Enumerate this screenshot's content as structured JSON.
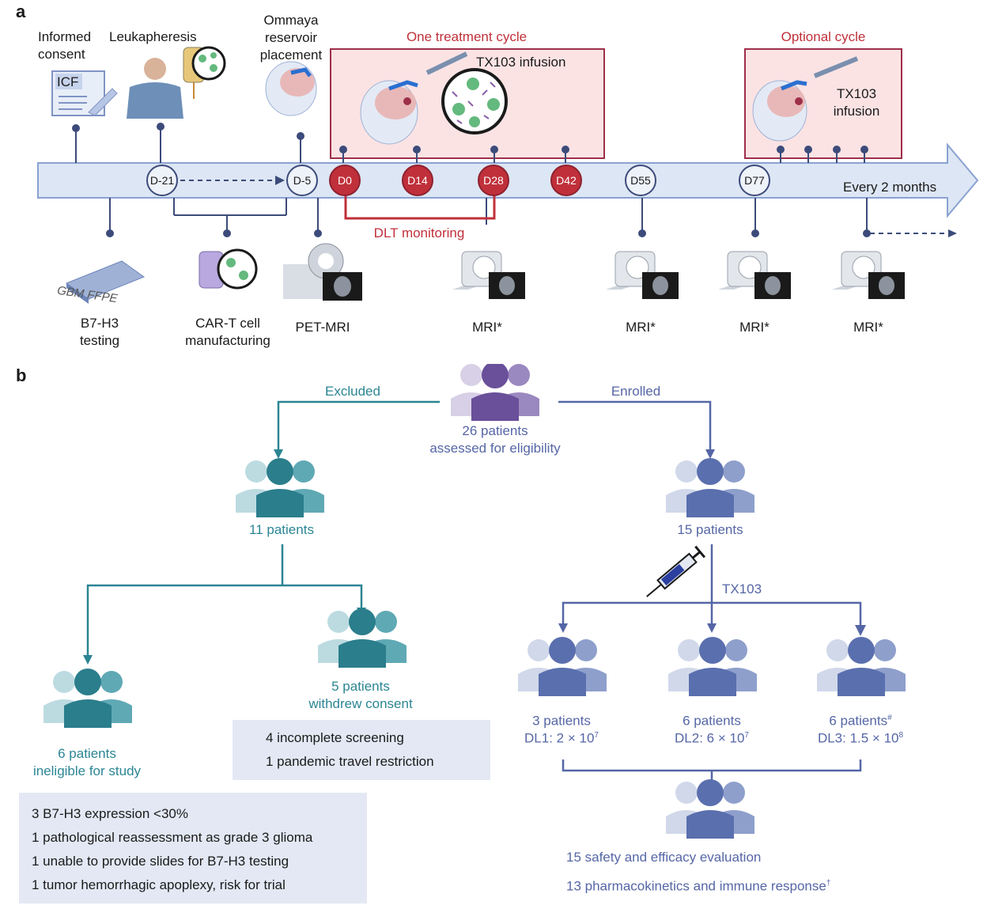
{
  "panel_a": {
    "label": "a",
    "steps_top": {
      "consent": "Informed\nconsent",
      "leukapheresis": "Leukapheresis",
      "ommaya": "Ommaya\nreservoir\nplacement",
      "icf": "ICF"
    },
    "treatment_cycle_title": "One treatment cycle",
    "optional_cycle_title": "Optional cycle",
    "tx103_infusion": "TX103 infusion",
    "tx103_infusion_optional": "TX103\ninfusion",
    "timeline_nodes": [
      {
        "label": "D-21",
        "kind": "outline"
      },
      {
        "label": "D-5",
        "kind": "outline"
      },
      {
        "label": "D0",
        "kind": "filled"
      },
      {
        "label": "D14",
        "kind": "filled"
      },
      {
        "label": "D28",
        "kind": "filled"
      },
      {
        "label": "D42",
        "kind": "filled"
      },
      {
        "label": "D55",
        "kind": "outline"
      },
      {
        "label": "D77",
        "kind": "outline"
      }
    ],
    "every_2_months": "Every 2 months",
    "dlt_monitoring": "DLT  monitoring",
    "steps_bottom": {
      "b7h3": "B7-H3\ntesting",
      "gbm_ffpe": "GBM FFPE",
      "cart": "CAR-T cell\nmanufacturing",
      "petmri": "PET-MRI",
      "mri": "MRI*"
    },
    "colors": {
      "arrow_fill": "#dde6f4",
      "arrow_stroke": "#8aa2d2",
      "node_red": "#c0303a",
      "cycle_fill": "#fbe3e4",
      "cycle_stroke": "#9e2f48"
    }
  },
  "panel_b": {
    "label": "b",
    "excluded": "Excluded",
    "enrolled": "Enrolled",
    "assessed": {
      "count": "26 patients",
      "desc": "assessed for eligibility"
    },
    "excluded_total": "11 patients",
    "enrolled_total": "15 patients",
    "ineligible": {
      "count": "6 patients",
      "desc": "ineligible for study"
    },
    "withdrew": {
      "count": "5 patients",
      "desc": "withdrew consent"
    },
    "withdrew_reasons": [
      "4 incomplete screening",
      "1 pandemic travel restriction"
    ],
    "ineligible_reasons": [
      "3 B7-H3 expression <30%",
      "1 pathological reassessment as grade 3 glioma",
      "1 unable to provide slides for B7-H3 testing",
      "1 tumor hemorrhagic apoplexy, risk for trial"
    ],
    "tx103": "TX103",
    "dose_levels": [
      {
        "count": "3 patients",
        "mark": "",
        "dl": "DL1: 2 × 10",
        "exp": "7"
      },
      {
        "count": "6 patients",
        "mark": "",
        "dl": "DL2: 6 × 10",
        "exp": "7"
      },
      {
        "count": "6 patients",
        "mark": "#",
        "dl": "DL3: 1.5 × 10",
        "exp": "8"
      }
    ],
    "evaluation": [
      "15 safety and efficacy evaluation",
      "13 pharmacokinetics and immune response"
    ],
    "evaluation_mark": "†",
    "colors": {
      "teal": "#2b8593",
      "blue": "#5566a6",
      "box": "#e3e8f4"
    }
  }
}
